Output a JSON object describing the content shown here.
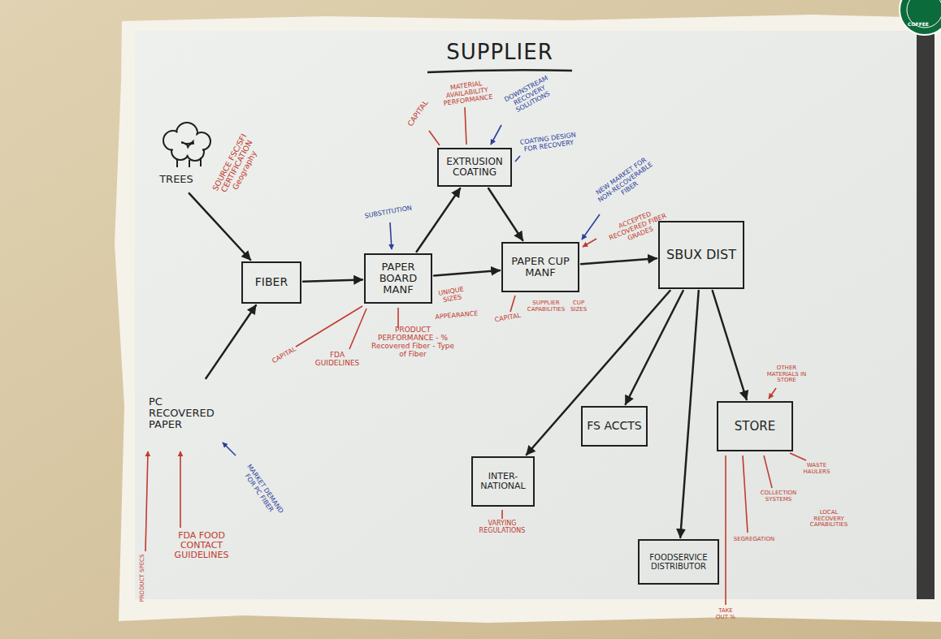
{
  "diagram": {
    "title": "SUPPLIER",
    "nodes": [
      {
        "text": [
          "TREES"
        ]
      },
      {
        "text": [
          "FIBER"
        ]
      },
      {
        "text": [
          "PAPER BOARD MANF"
        ]
      },
      {
        "text": [
          "EXTRUSION COATING"
        ]
      },
      {
        "text": [
          "PAPER CUP MANF"
        ]
      },
      {
        "text": [
          "SBUX DIST"
        ]
      },
      {
        "text": [
          "PC RECOVERED PAPER"
        ]
      },
      {
        "text": [
          "INTER- NATIONAL"
        ]
      },
      {
        "text": [
          "FS ACCTS"
        ]
      },
      {
        "text": [
          "FOODSERVICE DISTRIBUTOR"
        ]
      },
      {
        "text": [
          "STORE"
        ]
      }
    ],
    "edges": [
      {
        "from": 0,
        "to": 1,
        "arrow": "to"
      },
      {
        "from": 6,
        "to": 1,
        "arrow": "to"
      },
      {
        "from": 1,
        "to": 2,
        "arrow": "to"
      },
      {
        "from": 2,
        "to": 3,
        "arrow": "to"
      },
      {
        "from": 2,
        "to": 4,
        "arrow": "to"
      },
      {
        "from": 3,
        "to": 4,
        "arrow": "to"
      },
      {
        "from": 4,
        "to": 5,
        "arrow": "to"
      },
      {
        "from": 5,
        "to": 7,
        "arrow": "to"
      },
      {
        "from": 5,
        "to": 8,
        "arrow": "to"
      },
      {
        "from": 5,
        "to": 9,
        "arrow": "to"
      },
      {
        "from": 5,
        "to": 10,
        "arrow": "to"
      }
    ],
    "labels": [
      "SOURCE FSC/SFI CERTIFICATION Geography",
      "CAPITAL",
      "MATERIAL AVAILABILITY PERFORMANCE",
      "DOWNSTREAM RECOVERY SOLUTIONS",
      "COATING DESIGN FOR RECOVERY",
      "SUBSTITUTION",
      "NEW MARKET FOR NON-RECOVERABLE FIBER",
      "ACCEPTED RECOVERED FIBER GRADES",
      "UNIQUE SIZES",
      "APPEARANCE",
      "CAPITAL",
      "SUPPLIER CAPABILITIES",
      "CUP SIZES",
      "CAPITAL",
      "FDA GUIDELINES",
      "PRODUCT PERFORMANCE - % Recovered Fiber - Type of Fiber",
      "MARKET DEMAND FOR PC FIBER",
      "FDA FOOD CONTACT GUIDELINES",
      "PRODUCT SPECS",
      "VARYING REGULATIONS",
      "OTHER MATERIALS IN STORE",
      "WASTE HAULERS",
      "COLLECTION SYSTEMS",
      "LOCAL RECOVERY CAPABILITIES",
      "SEGREGATION",
      "TAKE OUT %",
      "COFFEE"
    ]
  }
}
